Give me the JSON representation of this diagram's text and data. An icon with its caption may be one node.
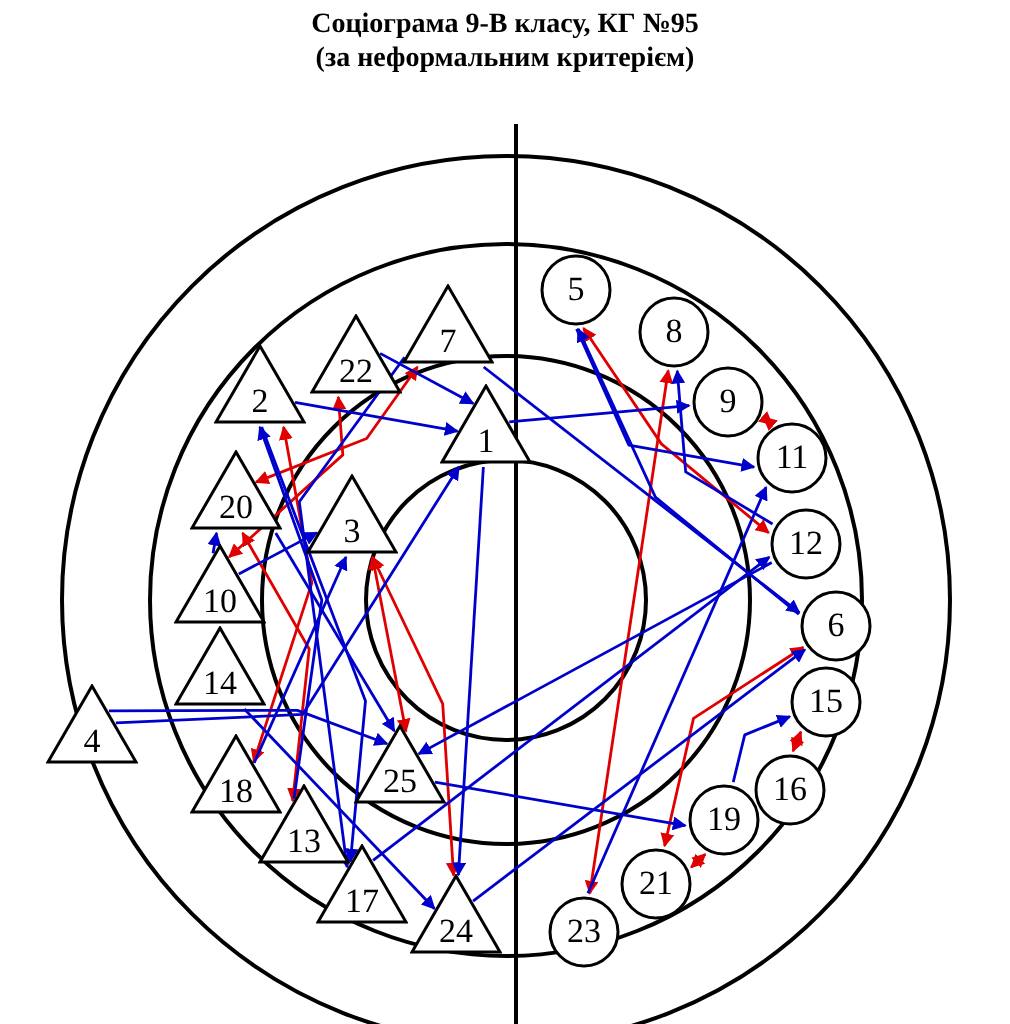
{
  "diagram": {
    "title": "Соціограма 9-В класу, КГ №95 (за неформальним критерієм)",
    "nodes": [
      {
        "text": [
          "1"
        ]
      },
      {
        "text": [
          "2"
        ]
      },
      {
        "text": [
          "3"
        ]
      },
      {
        "text": [
          "4"
        ]
      },
      {
        "text": [
          "5"
        ]
      },
      {
        "text": [
          "6"
        ]
      },
      {
        "text": [
          "7"
        ]
      },
      {
        "text": [
          "8"
        ]
      },
      {
        "text": [
          "9"
        ]
      },
      {
        "text": [
          "10"
        ]
      },
      {
        "text": [
          "11"
        ]
      },
      {
        "text": [
          "12"
        ]
      },
      {
        "text": [
          "13"
        ]
      },
      {
        "text": [
          "14"
        ]
      },
      {
        "text": [
          "15"
        ]
      },
      {
        "text": [
          "16"
        ]
      },
      {
        "text": [
          "17"
        ]
      },
      {
        "text": [
          "18"
        ]
      },
      {
        "text": [
          "19"
        ]
      },
      {
        "text": [
          "20"
        ]
      },
      {
        "text": [
          "21"
        ]
      },
      {
        "text": [
          "22"
        ]
      },
      {
        "text": [
          "23"
        ]
      },
      {
        "text": [
          "24"
        ]
      },
      {
        "text": [
          "25"
        ]
      }
    ],
    "edges": [
      {
        "from": 8,
        "to": 10,
        "arrow": "both",
        "color": "#e00000"
      },
      {
        "from": 5,
        "to": 20,
        "arrow": "both",
        "color": "#e00000"
      },
      {
        "from": 14,
        "to": 15,
        "arrow": "both",
        "color": "#e00000"
      },
      {
        "from": 18,
        "to": 20,
        "arrow": "both",
        "color": "#e00000"
      },
      {
        "from": 7,
        "to": 22,
        "arrow": "both",
        "color": "#e00000"
      },
      {
        "from": 4,
        "to": 11,
        "arrow": "both",
        "color": "#e00000"
      },
      {
        "from": 1,
        "to": 17,
        "arrow": "both",
        "color": "#e00000"
      },
      {
        "from": 6,
        "to": 19,
        "arrow": "both",
        "color": "#e00000"
      },
      {
        "from": 21,
        "to": 9,
        "arrow": "both",
        "color": "#e00000"
      },
      {
        "from": 2,
        "to": 24,
        "arrow": "both",
        "color": "#e00000"
      },
      {
        "from": 2,
        "to": 23,
        "arrow": "both",
        "color": "#e00000"
      },
      {
        "from": 19,
        "to": 12,
        "arrow": "both",
        "color": "#e00000"
      },
      {
        "from": 3,
        "to": 24,
        "arrow": "to"
      },
      {
        "from": 3,
        "to": 0,
        "arrow": "to"
      },
      {
        "from": 13,
        "to": 23,
        "arrow": "to"
      },
      {
        "from": 9,
        "to": 19,
        "arrow": "to"
      },
      {
        "from": 9,
        "to": 2,
        "arrow": "to"
      },
      {
        "from": 1,
        "to": 0,
        "arrow": "to"
      },
      {
        "from": 21,
        "to": 0,
        "arrow": "to"
      },
      {
        "from": 0,
        "to": 8,
        "arrow": "to"
      },
      {
        "from": 6,
        "to": 5,
        "arrow": "to"
      },
      {
        "from": 5,
        "to": 4,
        "arrow": "to"
      },
      {
        "from": 11,
        "to": 7,
        "arrow": "to"
      },
      {
        "from": 4,
        "to": 10,
        "arrow": "to"
      },
      {
        "from": 22,
        "to": 10,
        "arrow": "to"
      },
      {
        "from": 18,
        "to": 14,
        "arrow": "to"
      },
      {
        "from": 24,
        "to": 18,
        "arrow": "to"
      },
      {
        "from": 16,
        "to": 11,
        "arrow": "to"
      },
      {
        "from": 23,
        "to": 5,
        "arrow": "to"
      },
      {
        "from": 1,
        "to": 16,
        "arrow": "to"
      },
      {
        "from": 19,
        "to": 24,
        "arrow": "to"
      },
      {
        "from": 0,
        "to": 23,
        "arrow": "to"
      },
      {
        "from": 17,
        "to": 2,
        "arrow": "to"
      },
      {
        "from": 12,
        "to": 1,
        "arrow": "to"
      },
      {
        "from": 11,
        "to": 24,
        "arrow": "to"
      },
      {
        "from": 6,
        "to": 16,
        "arrow": "to"
      }
    ]
  }
}
